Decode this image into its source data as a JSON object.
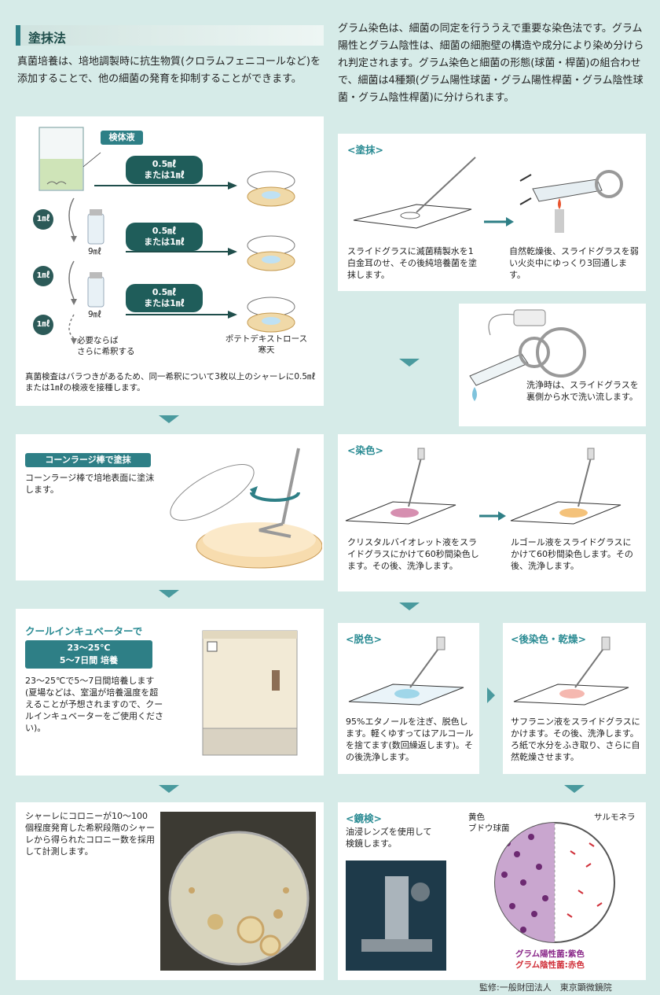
{
  "header": {
    "title": "塗抹法",
    "intro": "真菌培養は、培地調製時に抗生物質(クロラムフェニコールなど)を添加することで、他の細菌の発育を抑制することができます。",
    "gram_intro": "グラム染色は、細菌の同定を行ううえで重要な染色法です。グラム陽性とグラム陰性は、細菌の細胞壁の構造や成分により染め分けられ判定されます。グラム染色と細菌の形態(球菌・桿菌)の組合わせで、細菌は4種類(グラム陽性球菌・グラム陽性桿菌・グラム陰性球菌・グラム陰性桿菌)に分けられます。"
  },
  "dilution": {
    "sample_label": "検体液",
    "dose_line1": "0.5㎖",
    "dose_line2": "または1㎖",
    "one_ml": "1㎖",
    "nine_ml": "9㎖",
    "note_more": "必要ならば\nさらに希釈する",
    "medium": "ポテトデキストロース\n寒天",
    "caption": "真菌検査はバラつきがあるため、同一希釈について3枚以上のシャーレに0.5㎖または1㎖の検液を接種します。"
  },
  "conrage": {
    "title": "コーンラージ棒で塗抹",
    "desc": "コーンラージ棒で培地表面に塗沫します。"
  },
  "incubator": {
    "title": "クールインキュベーターで",
    "box_line1": "23〜25℃",
    "box_line2": "5〜7日間 培養",
    "desc": "23〜25℃で5〜7日間培養します(夏場などは、室温が培養温度を超えることが予想されますので、クールインキュベーターをご使用ください)。"
  },
  "count": {
    "desc": "シャーレにコロニーが10〜100個程度発育した希釈段階のシャーレから得られたコロニー数を採用して計測します。"
  },
  "smear": {
    "heading": "<塗抹>",
    "left_desc": "スライドグラスに滅菌精製水を1白金耳のせ、その後純培養菌を塗抹します。",
    "right_desc": "自然乾燥後、スライドグラスを弱い火炎中にゆっくり3回通します。"
  },
  "wash": {
    "desc": "洗浄時は、スライドグラスを裏側から水で洗い流します。"
  },
  "stain": {
    "heading": "<染色>",
    "left_desc": "クリスタルバイオレット液をスライドグラスにかけて60秒間染色します。その後、洗浄します。",
    "right_desc": "ルゴール液をスライドグラスにかけて60秒間染色します。その後、洗浄します。"
  },
  "decolor": {
    "heading": "<脱色>",
    "desc": "95%エタノールを注ぎ、脱色します。軽くゆすってはアルコールを捨てます(数回繰返します)。その後洗浄します。"
  },
  "counter": {
    "heading": "<後染色・乾燥>",
    "desc": "サフラニン液をスライドグラスにかけます。その後、洗浄します。ろ紙で水分をふき取り、さらに自然乾燥させます。"
  },
  "micro": {
    "heading": "<鏡検>",
    "desc": "油浸レンズを使用して\n検鏡します。",
    "label_left": "黄色\nブドウ球菌",
    "label_right": "サルモネラ",
    "legend_pos": "グラム陽性菌:紫色",
    "legend_neg": "グラム陰性菌:赤色"
  },
  "footer": {
    "supervisor": "監修:一般財団法人　東京顕微鏡院"
  },
  "colors": {
    "background": "#d6ebe8",
    "teal": "#2e7f86",
    "dark_teal": "#1f5d5a",
    "arrow": "#4a9a9e",
    "positive": "#8b2a8a",
    "negative": "#d0303a"
  }
}
